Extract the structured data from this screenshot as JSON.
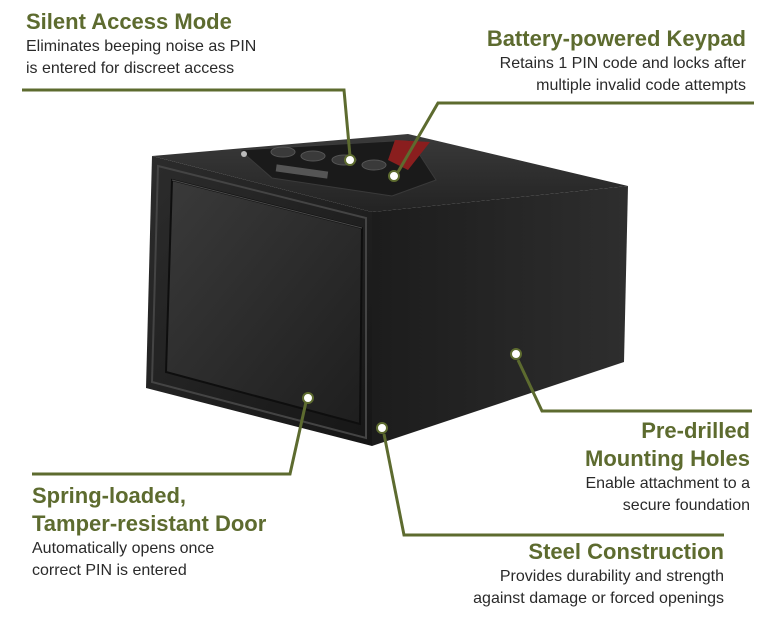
{
  "colors": {
    "accent": "#5d6b2f",
    "text": "#2a2a2a",
    "safe_body": "#1f1f1f"
  },
  "features": {
    "silent": {
      "title": "Silent Access Mode",
      "line1": "Eliminates beeping noise as PIN",
      "line2": "is entered for discreet access"
    },
    "keypad": {
      "title": "Battery-powered Keypad",
      "line1": "Retains 1 PIN code and locks after",
      "line2": "multiple invalid code attempts"
    },
    "holes": {
      "title1": "Pre-drilled",
      "title2": "Mounting Holes",
      "line1": "Enable attachment to a",
      "line2": "secure foundation"
    },
    "door": {
      "title1": "Spring-loaded,",
      "title2": "Tamper-resistant Door",
      "line1": "Automatically opens once",
      "line2": "correct PIN is entered"
    },
    "steel": {
      "title": "Steel Construction",
      "line1": "Provides durability and strength",
      "line2": "against damage or forced openings"
    }
  },
  "product_image": {
    "icon": "safe-illustration"
  }
}
